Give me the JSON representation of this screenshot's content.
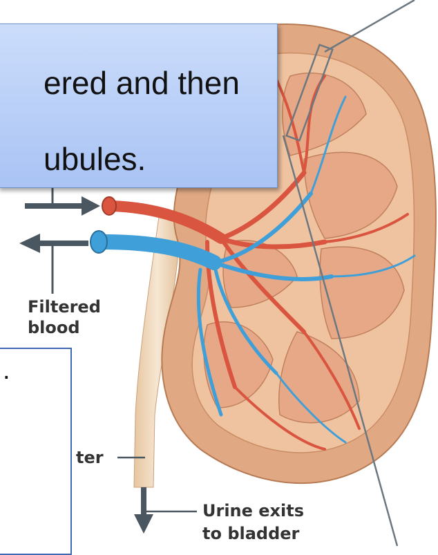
{
  "callout": {
    "line1": "ered and then",
    "line2": "ubules."
  },
  "labels": {
    "filtered_blood_line1": "Filtered",
    "filtered_blood_line2": "blood",
    "ureter_fragment": "ter",
    "urine_line1": "Urine exits",
    "urine_line2": "to bladder"
  },
  "note_box": {
    "fragment": "."
  },
  "colors": {
    "kidney_outer": "#e0a983",
    "artery": "#d9553f",
    "vein": "#3f9fd8",
    "ureter": "#efd6b6",
    "arrow": "#4a5660",
    "callout_fill": "#b8cdf6",
    "callout_border": "#6f8fc8",
    "note_border": "#3e67b6"
  }
}
